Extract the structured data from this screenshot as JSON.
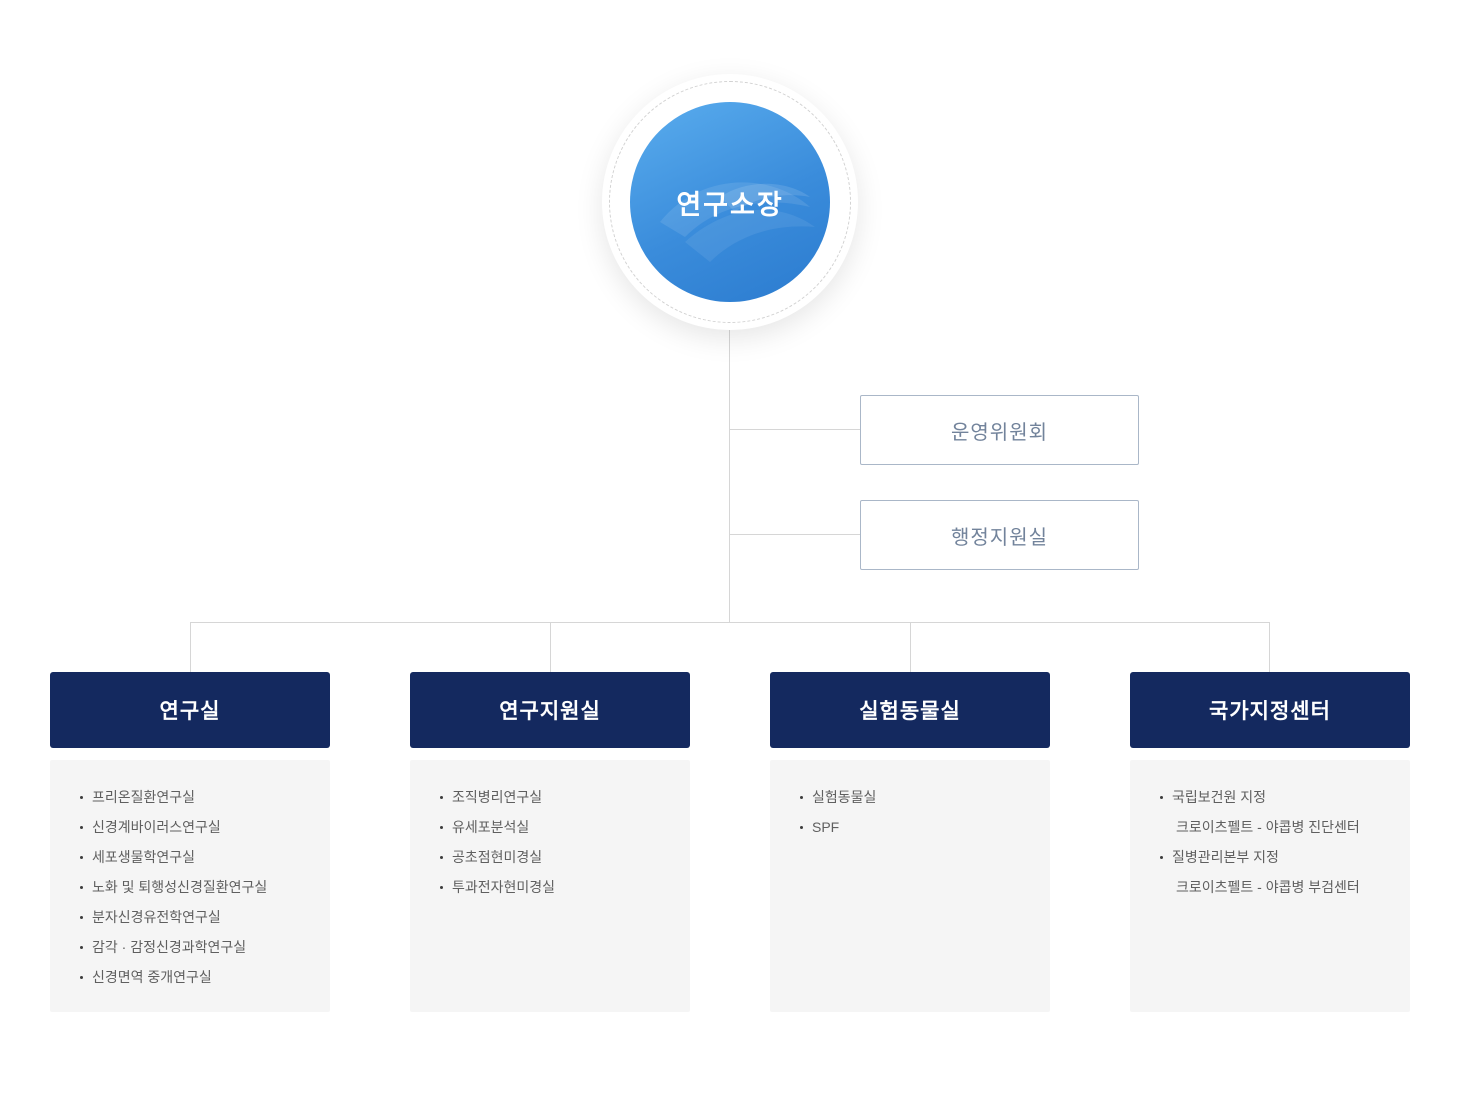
{
  "org_chart": {
    "root": {
      "label": "연구소장"
    },
    "committees": [
      {
        "label": "운영위원회"
      },
      {
        "label": "행정지원실"
      }
    ],
    "departments": [
      {
        "title": "연구실",
        "items": [
          "프리온질환연구실",
          "신경계바이러스연구실",
          "세포생물학연구실",
          "노화 및 퇴행성신경질환연구실",
          "분자신경유전학연구실",
          "감각 · 감정신경과학연구실",
          "신경면역 중개연구실"
        ]
      },
      {
        "title": "연구지원실",
        "items": [
          "조직병리연구실",
          "유세포분석실",
          "공초점현미경실",
          "투과전자현미경실"
        ]
      },
      {
        "title": "실험동물실",
        "items": [
          "실험동물실",
          "SPF"
        ]
      },
      {
        "title": "국가지정센터",
        "groups": [
          {
            "label": "국립보건원 지정",
            "sub": "크로이츠펠트 - 야콥병 진단센터"
          },
          {
            "label": "질병관리본부 지정",
            "sub": "크로이츠펠트 - 야콥병 부검센터"
          }
        ]
      }
    ],
    "colors": {
      "navy": "#14295f",
      "circle_blue_start": "#5aadee",
      "circle_blue_end": "#2b7bcf",
      "panel_bg": "#f5f5f5",
      "connector_line": "#d6d6d6",
      "committee_border": "#aab7c8",
      "committee_text": "#72839b"
    }
  }
}
